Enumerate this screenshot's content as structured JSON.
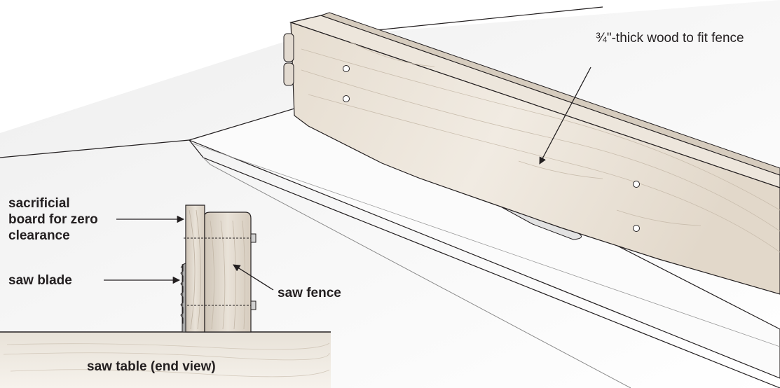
{
  "labels": {
    "wood_note": "¾\"-thick wood to fit fence",
    "sacrificial_line1": "sacrificial",
    "sacrificial_line2": "board for zero",
    "sacrificial_line3": "clearance",
    "saw_blade": "saw blade",
    "saw_fence": "saw fence",
    "saw_table": "saw table (end view)"
  },
  "colors": {
    "ink": "#231f20",
    "wood_light": "#efe8de",
    "wood_mid": "#d9cfc2",
    "wood_dark": "#b8ab9b",
    "table_surface": "#f4f4f4",
    "table_shadow": "#dcdcdc",
    "blade_metal": "#9a9a9a"
  }
}
